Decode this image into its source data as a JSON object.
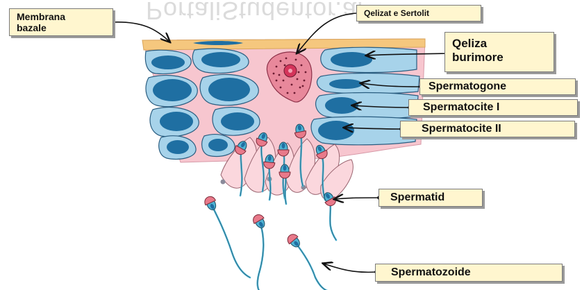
{
  "watermark": "PortaliStudentor.al",
  "labels": {
    "membrana_bazale": [
      "Membrana",
      "bazale"
    ],
    "qelizat_sertolit": "Qelizat e Sertolit",
    "qeliza_burimore": [
      "Qeliza",
      "burimore"
    ],
    "spermatogone": "Spermatogone",
    "spermatocite_1": "Spermatocite I",
    "spermatocite_2": "Spermatocite II",
    "spermatid": "Spermatid",
    "spermatozoide": "Spermatozoide"
  },
  "colors": {
    "basal_membrane": "#f5c77e",
    "tissue": "#f7c6cf",
    "cell_outer": "#a7d3ea",
    "nucleus": "#1f6fa2",
    "sertoli": "#e8889b",
    "sperm_head": "#e8798a",
    "sperm_tail": "#4fb3d3",
    "label_bg": "#fff6cf"
  }
}
